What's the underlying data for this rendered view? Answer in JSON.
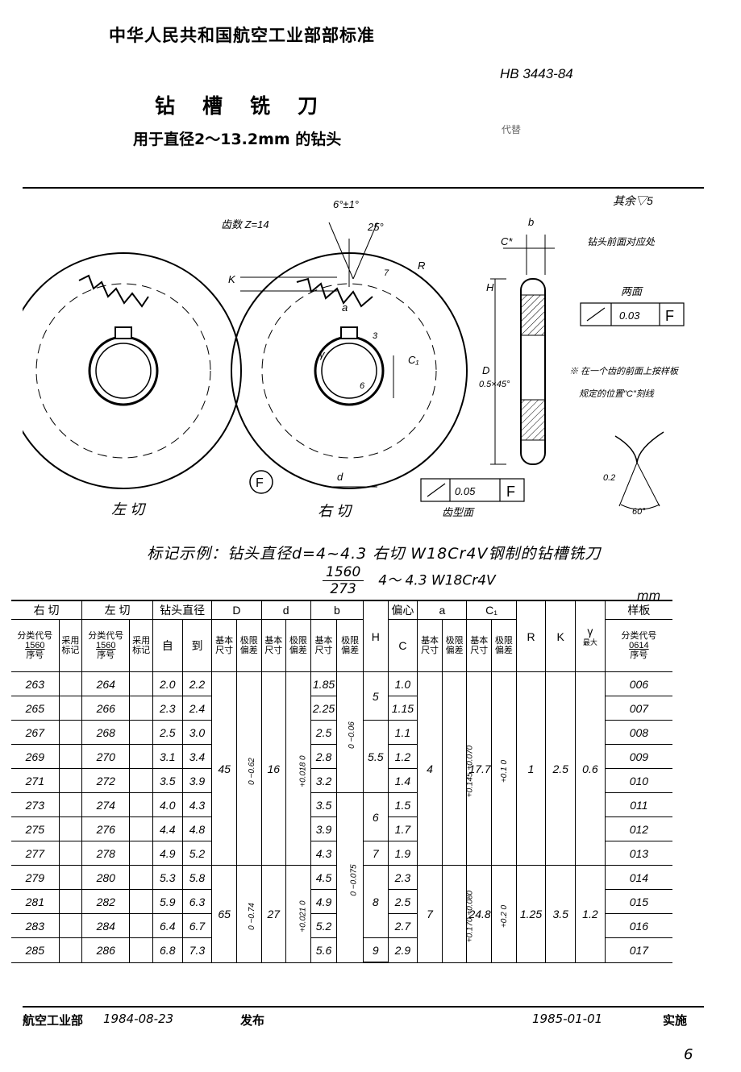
{
  "header": {
    "organization": "中华人民共和国航空工业部部标准",
    "standard_code": "HB 3443-84",
    "title": "钻槽铣刀",
    "subtitle": "用于直径2～13.2mm 的钻头",
    "note": "代替"
  },
  "drawing": {
    "surface_finish": "其余▽5",
    "teeth": "齿数 Z=14",
    "angle_top": "6°±1°",
    "angle_25": "25°",
    "label_R": "R",
    "label_K": "K",
    "label_a": "a",
    "label_gamma": "γ",
    "label_C1": "C₁",
    "label_d": "d",
    "label_D": "D",
    "label_H": "H",
    "label_b": "b",
    "label_C_star": "C*",
    "chamfer": "0.5×45°",
    "front_face_note": "钻头前面对应处",
    "two_faces": "两面",
    "tol_0_03": "0.03",
    "tol_0_05": "0.05",
    "datum_F": "F",
    "profile_face": "齿型面",
    "marking_note_1": "※ 在一个齿的前面上按样板",
    "marking_note_2": "规定的位置\"C\"刻线",
    "detail_0_2": "0.2",
    "detail_60": "60°",
    "left_cut": "左 切",
    "right_cut": "右 切",
    "rough_3": "3",
    "rough_6": "6",
    "rough_7": "7"
  },
  "example": {
    "text": "标记示例：钻头直径d=4~4.3 右切 W18Cr4V钢制的钻槽铣刀",
    "code_num": "1560",
    "code_den": "273",
    "code_rest": "4～ 4.3  W18Cr4V",
    "unit": "mm"
  },
  "table": {
    "headers": {
      "right_cut": "右 切",
      "left_cut": "左 切",
      "drill_dia": "钻头直径",
      "D": "D",
      "d": "d",
      "b": "b",
      "H": "H",
      "eccentric": "偏心",
      "C": "C",
      "a": "a",
      "C1": "C₁",
      "R": "R",
      "K": "K",
      "gamma": "γ",
      "gamma_sub": "最大",
      "template": "样板",
      "class_code": "分类代号",
      "class_1560": "1560",
      "seq_no": "序号",
      "adopted": "采用标记",
      "from": "自",
      "to": "到",
      "basic": "基本尺寸",
      "limit_dev": "极限偏差",
      "template_code": "0614"
    },
    "rows": [
      {
        "r": "263",
        "l": "264",
        "from": "2.0",
        "to": "2.2",
        "b": "1.85",
        "C": "1.0",
        "tpl": "006"
      },
      {
        "r": "265",
        "l": "266",
        "from": "2.3",
        "to": "2.4",
        "b": "2.25",
        "C": "1.15",
        "tpl": "007"
      },
      {
        "r": "267",
        "l": "268",
        "from": "2.5",
        "to": "3.0",
        "b": "2.5",
        "C": "1.1",
        "tpl": "008"
      },
      {
        "r": "269",
        "l": "270",
        "from": "3.1",
        "to": "3.4",
        "b": "2.8",
        "C": "1.2",
        "tpl": "009"
      },
      {
        "r": "271",
        "l": "272",
        "from": "3.5",
        "to": "3.9",
        "b": "3.2",
        "C": "1.4",
        "tpl": "010"
      },
      {
        "r": "273",
        "l": "274",
        "from": "4.0",
        "to": "4.3",
        "b": "3.5",
        "C": "1.5",
        "tpl": "011"
      },
      {
        "r": "275",
        "l": "276",
        "from": "4.4",
        "to": "4.8",
        "b": "3.9",
        "C": "1.7",
        "tpl": "012"
      },
      {
        "r": "277",
        "l": "278",
        "from": "4.9",
        "to": "5.2",
        "b": "4.3",
        "C": "1.9",
        "tpl": "013"
      },
      {
        "r": "279",
        "l": "280",
        "from": "5.3",
        "to": "5.8",
        "b": "4.5",
        "C": "2.3",
        "tpl": "014"
      },
      {
        "r": "281",
        "l": "282",
        "from": "5.9",
        "to": "6.3",
        "b": "4.9",
        "C": "2.5",
        "tpl": "015"
      },
      {
        "r": "283",
        "l": "284",
        "from": "6.4",
        "to": "6.7",
        "b": "5.2",
        "C": "2.7",
        "tpl": "016"
      },
      {
        "r": "285",
        "l": "286",
        "from": "6.8",
        "to": "7.3",
        "b": "5.6",
        "C": "2.9",
        "tpl": "017"
      }
    ],
    "groups": {
      "D1": "45",
      "D1_dev": "0 −0.62",
      "D2": "65",
      "D2_dev": "0 −0.74",
      "d1": "16",
      "d1_dev": "+0.018 0",
      "d2": "27",
      "d2_dev": "+0.021 0",
      "b1_dev": "0 −0.06",
      "b2_dev": "0 −0.075",
      "H_5": "5",
      "H_55": "5.5",
      "H_6": "6",
      "H_7": "7",
      "H_8": "8",
      "H_9": "9",
      "a1": "4",
      "a1_dev": "+0.145 +0.070",
      "a2": "7",
      "a2_dev": "+0.170 +0.080",
      "C1_1": "17.7",
      "C1_1_dev": "+0.1 0",
      "C1_2": "24.8",
      "C1_2_dev": "+0.2 0",
      "R1": "1",
      "R2": "1.25",
      "K1": "2.5",
      "K2": "3.5",
      "g1": "0.6",
      "g2": "1.2"
    }
  },
  "footer": {
    "issuer": "航空工业部",
    "issue_date": "1984-08-23",
    "issued": "发布",
    "effective_date": "1985-01-01",
    "effective": "实施",
    "page": "6"
  }
}
